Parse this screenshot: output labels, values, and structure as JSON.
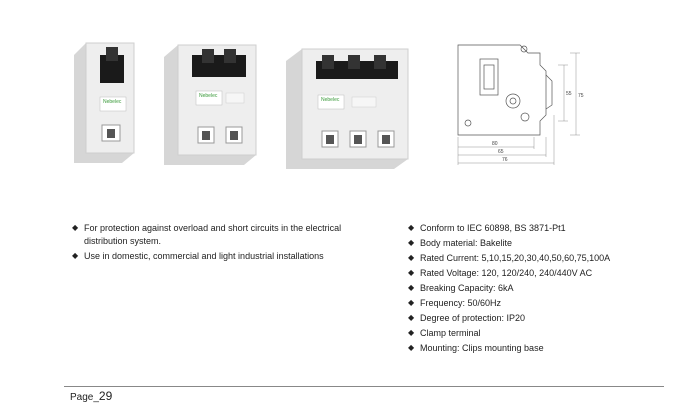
{
  "product_images": {
    "label_text": "Nebelec"
  },
  "drawing": {
    "dim_bottom_1": "80",
    "dim_bottom_2": "65",
    "dim_bottom_3": "76",
    "dim_right_1": "55",
    "dim_right_2": "75"
  },
  "left_list": [
    "For protection against overload and short circuits in the electrical distribution system.",
    "Use in domestic, commercial and light industrial installations"
  ],
  "right_list": [
    "Conform to IEC 60898, BS 3871-Pt1",
    "Body material: Bakelite",
    "Rated Current: 5,10,15,20,30,40,50,60,75,100A",
    "Rated Voltage: 120, 120/240, 240/440V AC",
    "Breaking Capacity: 6kA",
    "Frequency: 50/60Hz",
    "Degree of protection: IP20",
    "Clamp terminal",
    "Mounting: Clips mounting base"
  ],
  "bullet_glyph": "◆",
  "footer": {
    "page_prefix": "Page_",
    "page_number": "29"
  },
  "colors": {
    "body": "#ececec",
    "body_shade": "#d4d4d4",
    "handle": "#1a1a1a",
    "label": "#3a9a3a"
  }
}
